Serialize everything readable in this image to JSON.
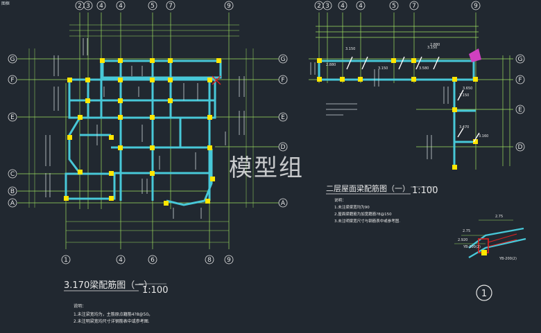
{
  "top_left_tag": "图框",
  "watermark": "模型组",
  "colors": {
    "background": "#212830",
    "grid_line": "#9fe060",
    "beam": "#48c8d8",
    "column": "#ffe600",
    "text": "#e8e8e8",
    "dimension": "#7fd640",
    "highlight_magenta": "#d040c0",
    "highlight_red": "#e02020"
  },
  "plan_left": {
    "title": "3.170梁配筋图（一）",
    "scale": "1:100",
    "axes_top": [
      "2",
      "3",
      "4",
      "4",
      "5",
      "7",
      "9"
    ],
    "axes_bottom": [
      "1",
      "4",
      "6",
      "8",
      "9"
    ],
    "axes_left": [
      "G",
      "F",
      "E",
      "C",
      "B",
      "A"
    ],
    "axes_right": [
      "G",
      "F",
      "E",
      "D",
      "A"
    ],
    "notes_heading": "说明：",
    "notes": [
      "1.未注梁宽均为，主筋原点籍筋4?8@50。",
      "2.未注明梁宽均尺寸详钢筋表中或参考图."
    ]
  },
  "plan_right": {
    "title": "二层屋面梁配筋图（一）",
    "scale": "1:100",
    "axes_top": [
      "2",
      "3",
      "4",
      "4",
      "5",
      "7",
      "9"
    ],
    "axes_right": [
      "G",
      "F",
      "E",
      "D"
    ],
    "notes_heading": "说明：",
    "notes": [
      "1.未注梁梁宽均为90",
      "2.屋面梁籍筋为加宽籍筋?8@150",
      "3.未注明梁宽尺寸与钢筋表中或参考图."
    ],
    "elevations": [
      "2.880",
      "3.150",
      "3.150",
      "3.150",
      "3.580",
      "2.880",
      "3.650",
      "3.150",
      "3.470",
      "3.160"
    ]
  },
  "detail": {
    "marker": "1",
    "dims": [
      "2.75",
      "2.75",
      "2.920"
    ],
    "labels": [
      "YB-200(2)",
      "YB-200(2)"
    ]
  }
}
